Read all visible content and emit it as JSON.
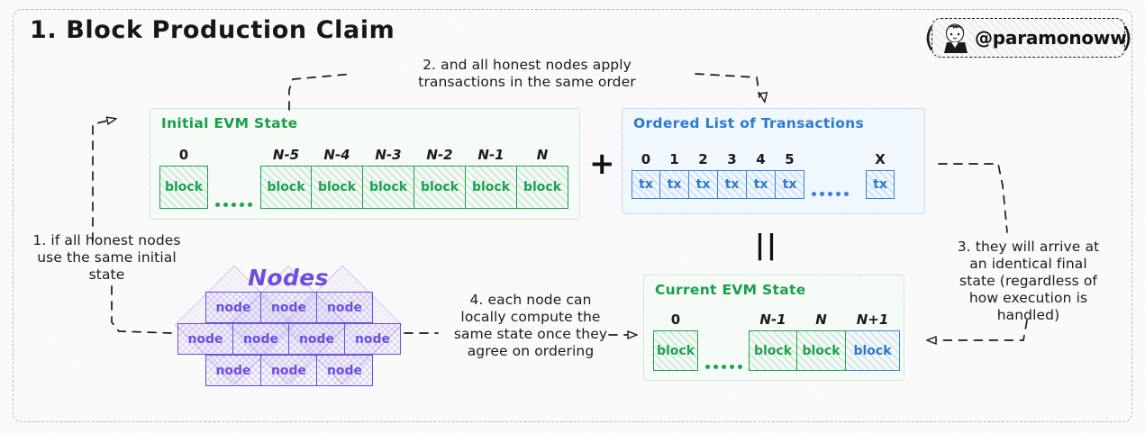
{
  "page": {
    "title": "1. Block Production Claim",
    "signature": {
      "handle": "@paramonoww",
      "avatar_icon": "anime-face-icon",
      "paren_left": "(",
      "paren_right": ")"
    }
  },
  "panels": {
    "initial_state": {
      "title": "Initial EVM State",
      "color": "#18a04a",
      "first": {
        "label": "0",
        "text": "block"
      },
      "blocks": [
        {
          "label": "N-5",
          "text": "block"
        },
        {
          "label": "N-4",
          "text": "block"
        },
        {
          "label": "N-3",
          "text": "block"
        },
        {
          "label": "N-2",
          "text": "block"
        },
        {
          "label": "N-1",
          "text": "block"
        },
        {
          "label": "N",
          "text": "block"
        }
      ],
      "ellipsis": "....."
    },
    "tx_list": {
      "title": "Ordered List of Transactions",
      "color": "#2b7bd1",
      "items": [
        {
          "label": "0",
          "text": "tx"
        },
        {
          "label": "1",
          "text": "tx"
        },
        {
          "label": "2",
          "text": "tx"
        },
        {
          "label": "3",
          "text": "tx"
        },
        {
          "label": "4",
          "text": "tx"
        },
        {
          "label": "5",
          "text": "tx"
        }
      ],
      "last": {
        "label": "X",
        "text": "tx"
      },
      "ellipsis": "....."
    },
    "current_state": {
      "title": "Current EVM State",
      "color": "#18a04a",
      "first": {
        "label": "0",
        "text": "block"
      },
      "blocks": [
        {
          "label": "N-1",
          "text": "block",
          "color": "green"
        },
        {
          "label": "N",
          "text": "block",
          "color": "green"
        },
        {
          "label": "N+1",
          "text": "block",
          "color": "blue"
        }
      ],
      "ellipsis": "....."
    }
  },
  "nodes_cluster": {
    "title": "Nodes",
    "rows": [
      [
        "node",
        "node",
        "node"
      ],
      [
        "node",
        "node",
        "node",
        "node"
      ],
      [
        "node",
        "node",
        "node"
      ]
    ],
    "color": "#6c4fe0"
  },
  "operators": {
    "plus": "+",
    "equals": "||"
  },
  "notes": {
    "note1": "1. if all honest nodes\nuse the same initial\nstate",
    "note2": "2. and all honest nodes apply\ntransactions in the same order",
    "note3": "3. they will arrive at\nan identical final\nstate (regardless of\nhow execution is\nhandled)",
    "note4": "4. each node can\nlocally compute the\nsame state once they\nagree on ordering"
  },
  "colors": {
    "green": "#1fa24f",
    "blue": "#3b82d6",
    "purple": "#6c4fe0",
    "ink": "#1b1b1b",
    "frame": "#b9b9b9"
  }
}
